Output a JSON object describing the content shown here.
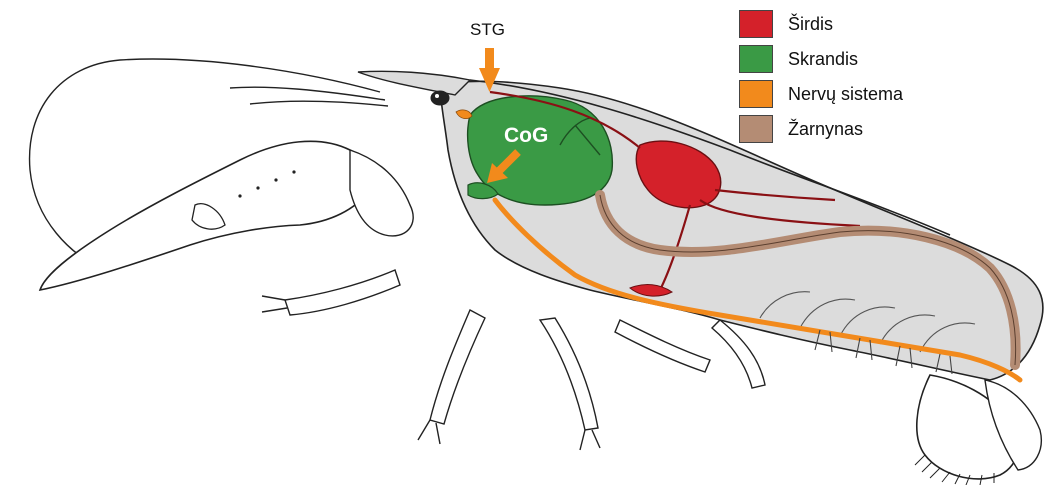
{
  "labels": {
    "stg": "STG",
    "cog": "CoG"
  },
  "legend": [
    {
      "label": "Širdis",
      "color": "#d4212a"
    },
    {
      "label": "Skrandis",
      "color": "#3a9a45"
    },
    {
      "label": "Nervų sistema",
      "color": "#f28a1c"
    },
    {
      "label": "Žarnynas",
      "color": "#b48c74"
    }
  ],
  "colors": {
    "outline": "#222222",
    "body_fill": "#dcdcdc",
    "arrow": "#f28a1c"
  }
}
